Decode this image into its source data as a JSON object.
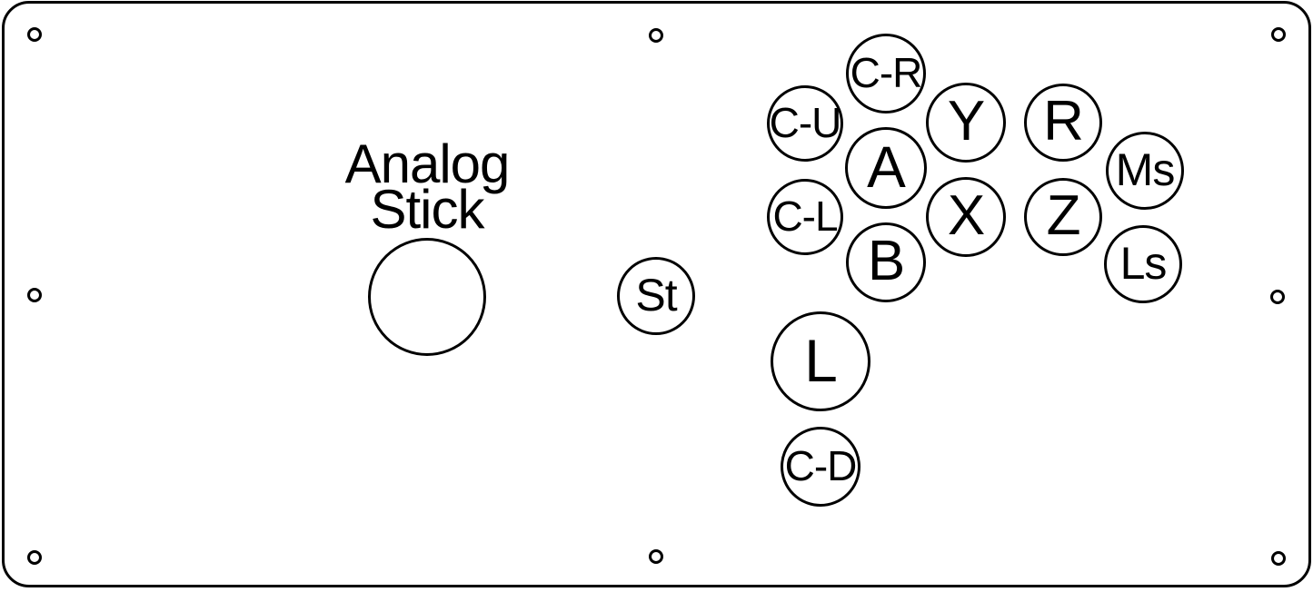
{
  "colors": {
    "line": "#000000",
    "background": "#ffffff"
  },
  "analog_stick": {
    "label_line1": "Analog",
    "label_line2": "Stick"
  },
  "buttons": [
    {
      "label": "C-R"
    },
    {
      "label": "C-U"
    },
    {
      "label": "Y"
    },
    {
      "label": "R"
    },
    {
      "label": "A"
    },
    {
      "label": "Ms"
    },
    {
      "label": "C-L"
    },
    {
      "label": "X"
    },
    {
      "label": "Z"
    },
    {
      "label": "Ls"
    },
    {
      "label": "B"
    },
    {
      "label": "St"
    },
    {
      "label": "L"
    },
    {
      "label": "C-D"
    }
  ]
}
